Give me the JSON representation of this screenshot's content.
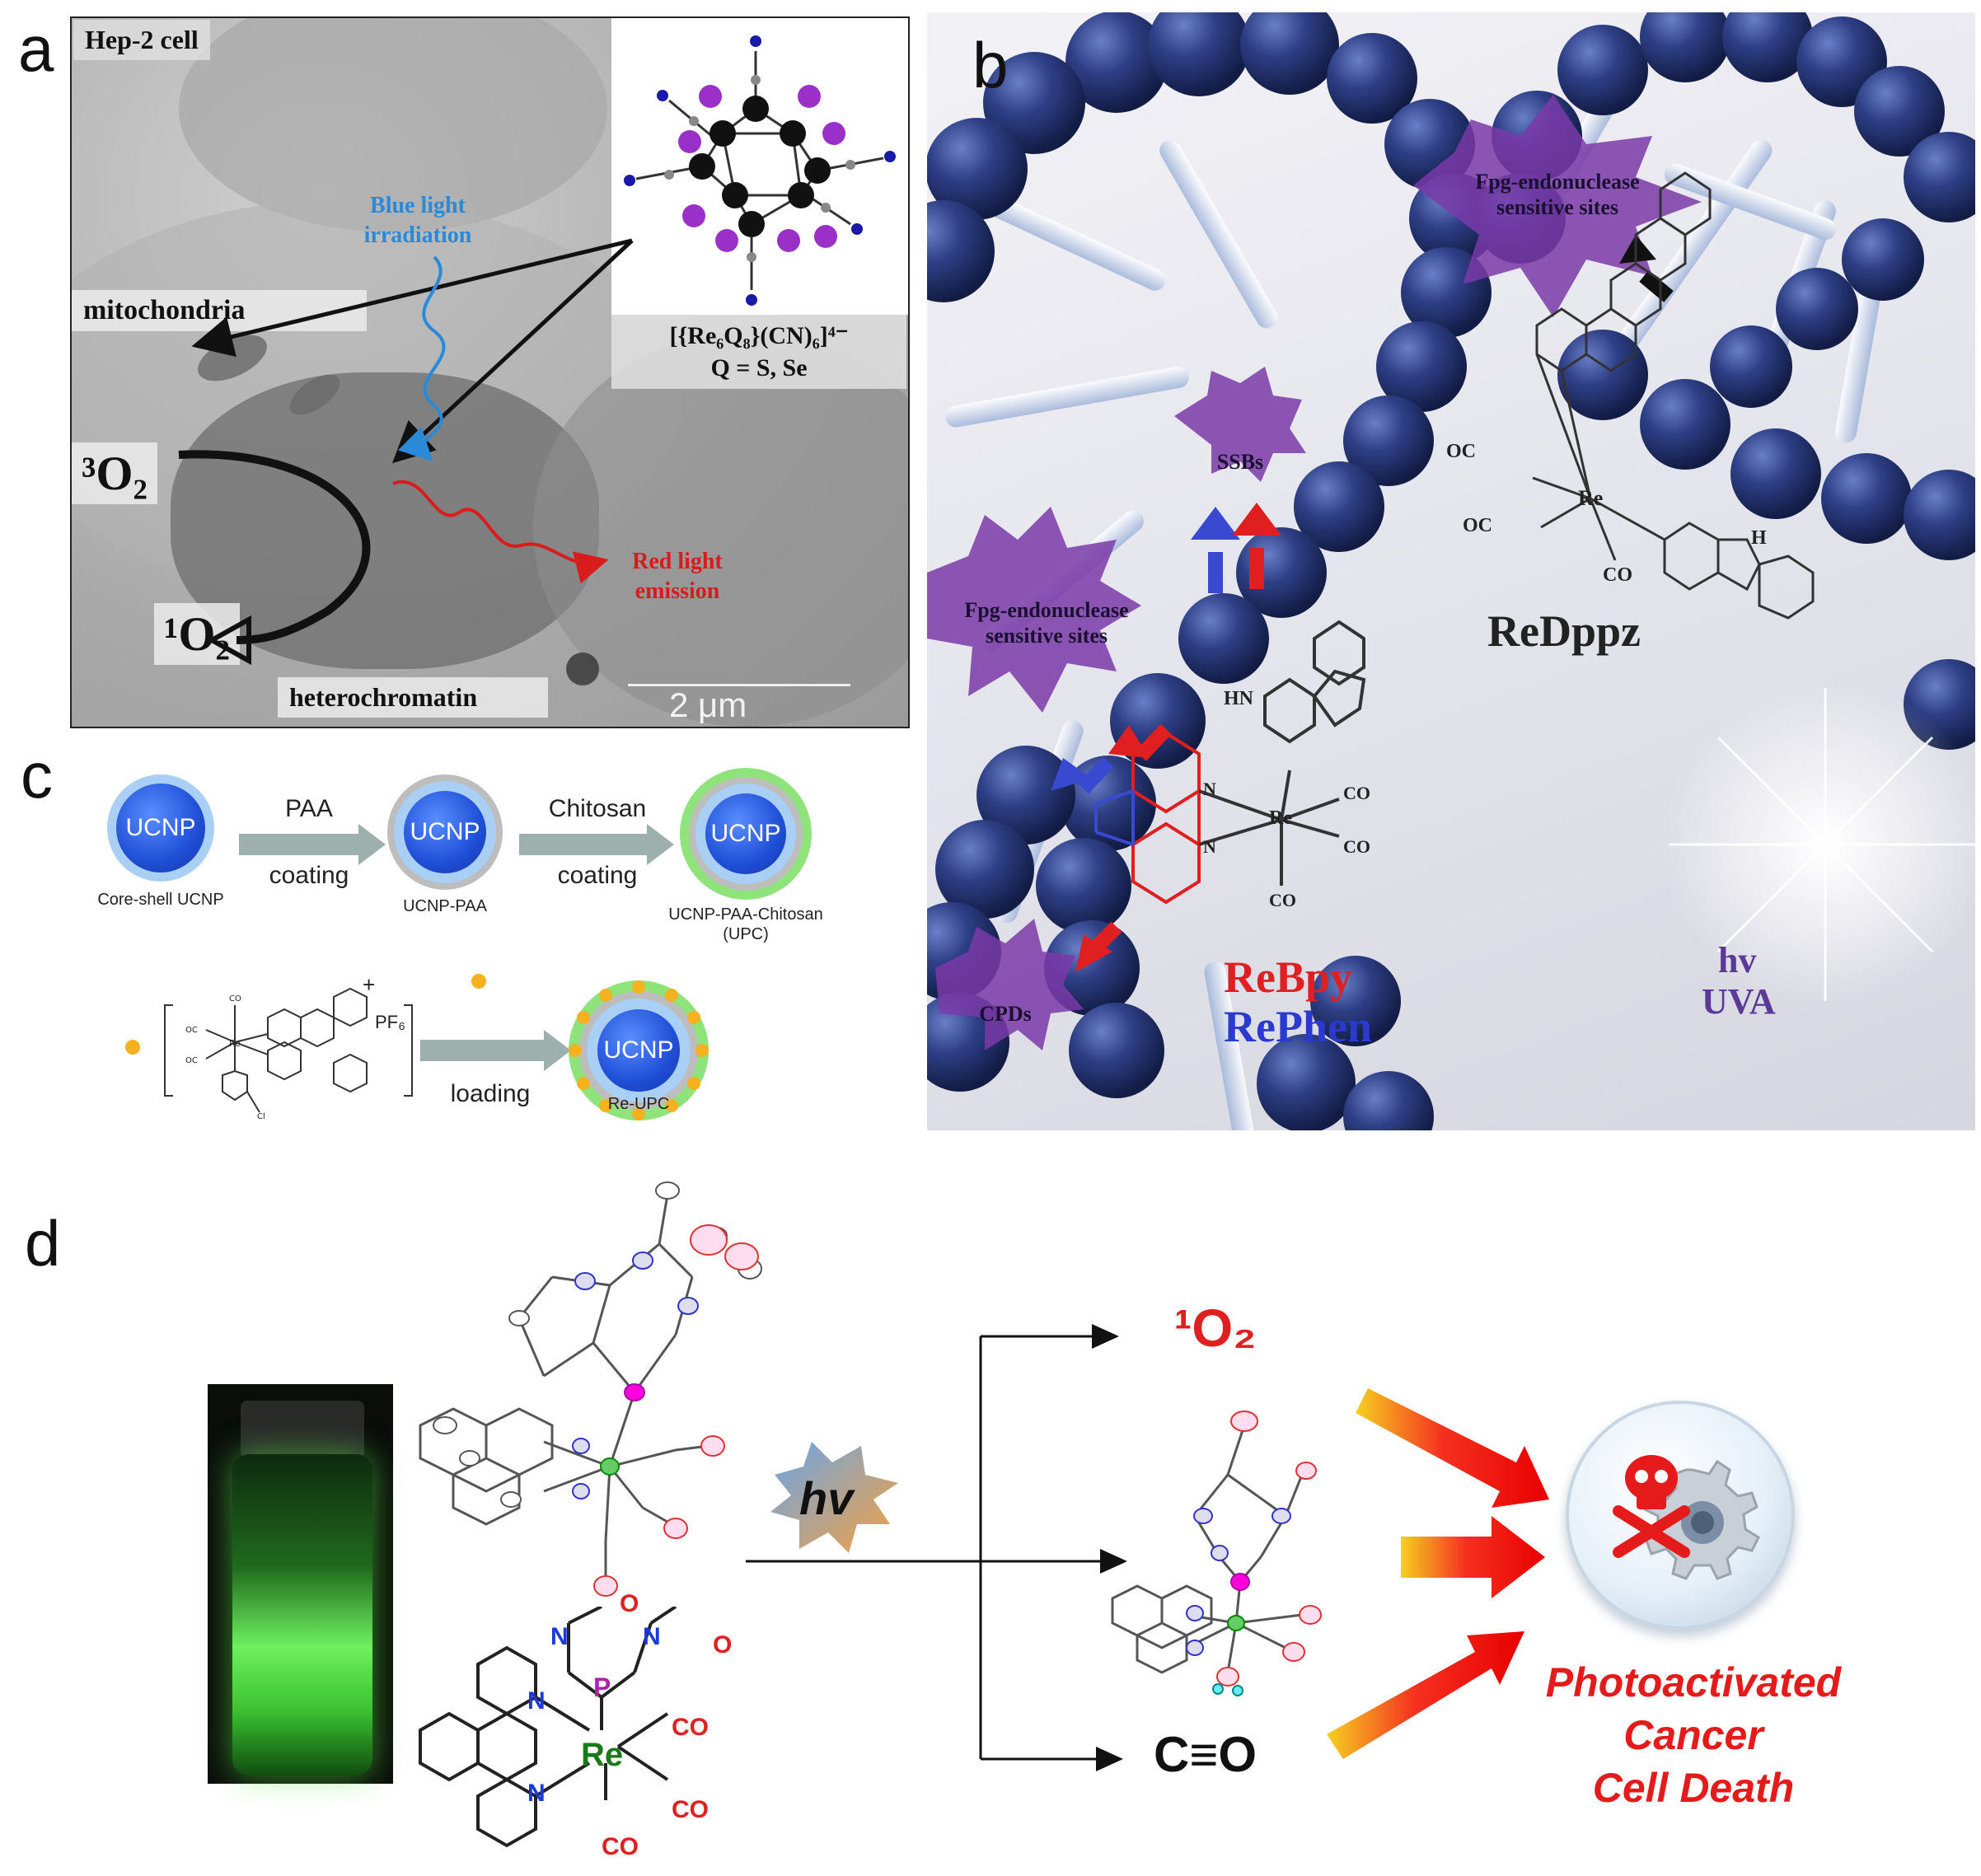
{
  "panel_a": {
    "label": "a",
    "cell": "Hep-2 cell",
    "blue_light": "Blue light irradiation",
    "mitochondria": "mitochondria",
    "complex_formula": "[{Re₆Q₈}(CN)₆]⁴⁻",
    "q_def": "Q = S, Se",
    "triplet_oxygen": "³O₂",
    "singlet_oxygen": "¹O₂",
    "red_light": "Red light emission",
    "heterochromatin": "heterochromatin",
    "scale": "2 μm"
  },
  "panel_b": {
    "label": "b",
    "fpg_top": "Fpg-endonuclease sensitive sites",
    "ssbs": "SSBs",
    "fpg_left": "Fpg-endonuclease sensitive sites",
    "cpds": "CPDs",
    "redppz": "ReDppz",
    "rebpy": "ReBpy",
    "rephen": "RePhen",
    "hv": "hv",
    "uva": "UVA",
    "co": "CO",
    "oc": "OC",
    "re": "Re",
    "nh": "HN",
    "n": "N",
    "h": "H"
  },
  "panel_c": {
    "label": "c",
    "ucnp": "UCNP",
    "core_shell": "Core-shell UCNP",
    "paa": "PAA",
    "coating": "coating",
    "ucnp_paa": "UCNP-PAA",
    "chitosan": "Chitosan",
    "upc": "UCNP-PAA-Chitosan (UPC)",
    "plus": "+",
    "pf6": "PF₆",
    "loading": "loading",
    "re_upc": "Re-UPC"
  },
  "panel_d": {
    "label": "d",
    "hv": "hv",
    "singlet_oxygen": "¹O₂",
    "co_out": "C≡O",
    "death_line1": "Photoactivated",
    "death_line2": "Cancer",
    "death_line3": "Cell Death",
    "re": "Re",
    "p": "P",
    "n": "N",
    "co": "CO",
    "o": "O"
  }
}
